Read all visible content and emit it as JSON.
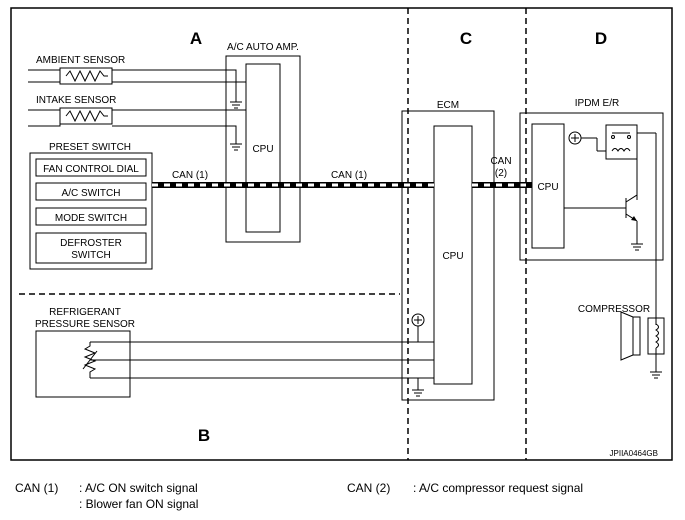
{
  "sections": {
    "a": "A",
    "b": "B",
    "c": "C",
    "d": "D"
  },
  "sensors": {
    "ambient": "AMBIENT SENSOR",
    "intake": "INTAKE SENSOR",
    "refrigerant_line1": "REFRIGERANT",
    "refrigerant_line2": "PRESSURE SENSOR"
  },
  "preset_switch": {
    "title": "PRESET SWITCH",
    "buttons": [
      "FAN CONTROL DIAL",
      "A/C SWITCH",
      "MODE SWITCH"
    ],
    "defroster_line1": "DEFROSTER",
    "defroster_line2": "SWITCH"
  },
  "units": {
    "ac_auto_amp": "A/C AUTO AMP.",
    "ecm": "ECM",
    "ipdm": "IPDM E/R",
    "compressor": "COMPRESSOR",
    "cpu": "CPU"
  },
  "bus": {
    "can1": "CAN (1)",
    "can2_line1": "CAN",
    "can2_line2": "(2)"
  },
  "figure_code": "JPIIA0464GB",
  "legend": {
    "can1_key": "CAN (1)",
    "can1_desc1": ": A/C ON switch signal",
    "can1_desc2": ": Blower fan ON signal",
    "can2_key": "CAN (2)",
    "can2_desc": ": A/C compressor request signal"
  }
}
